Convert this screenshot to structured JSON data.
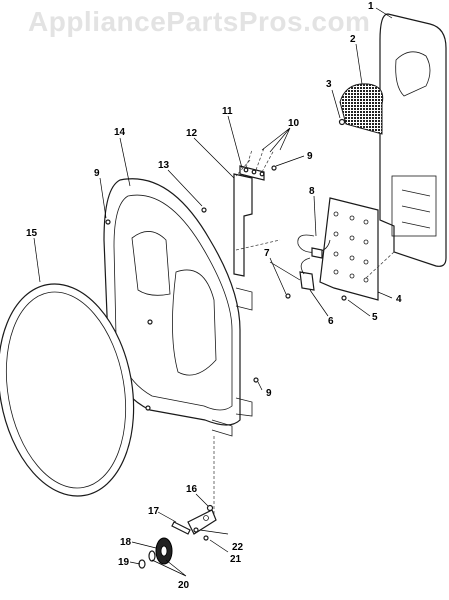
{
  "watermark": {
    "text": "AppliancePartsPros.com"
  },
  "callouts": {
    "c1": "1",
    "c2": "2",
    "c3": "3",
    "c4": "4",
    "c5": "5",
    "c6": "6",
    "c7": "7",
    "c8": "8",
    "c9a": "9",
    "c9b": "9",
    "c9c": "9",
    "c10": "10",
    "c11": "11",
    "c12": "12",
    "c13": "13",
    "c14": "14",
    "c15": "15",
    "c16": "16",
    "c17": "17",
    "c18": "18",
    "c19": "19",
    "c20": "20",
    "c21": "21",
    "c22": "22"
  },
  "colors": {
    "watermark": "#e3e3e3",
    "line": "#1a1a1a",
    "background": "#ffffff"
  }
}
